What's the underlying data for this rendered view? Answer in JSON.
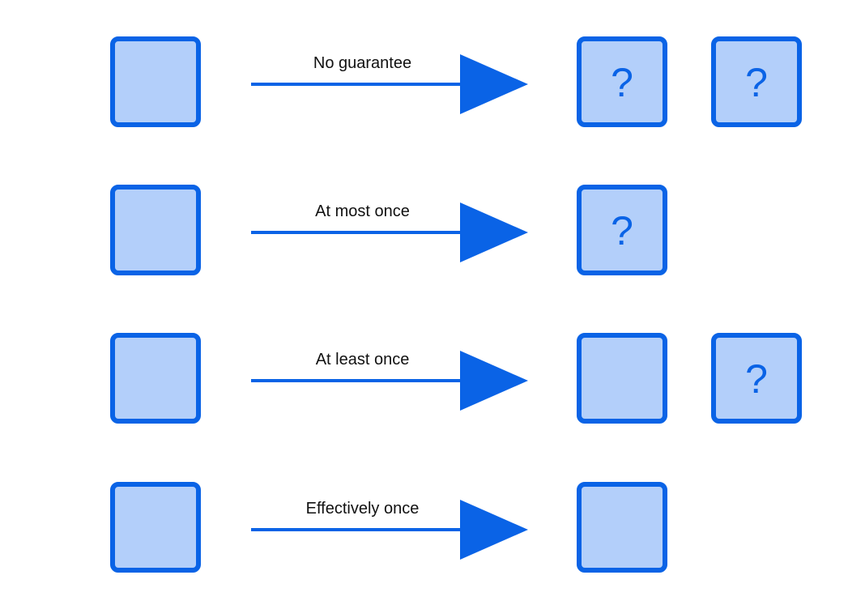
{
  "colors": {
    "box_fill": "#b3cffa",
    "box_border": "#0a63e6",
    "arrow": "#0a63e6",
    "label_text": "#111111"
  },
  "rows": [
    {
      "label": "No guarantee",
      "source_box": "",
      "destination_boxes": [
        {
          "text": "?"
        },
        {
          "text": "?"
        }
      ]
    },
    {
      "label": "At most once",
      "source_box": "",
      "destination_boxes": [
        {
          "text": "?"
        }
      ]
    },
    {
      "label": "At least once",
      "source_box": "",
      "destination_boxes": [
        {
          "text": ""
        },
        {
          "text": "?"
        }
      ]
    },
    {
      "label": "Effectively once",
      "source_box": "",
      "destination_boxes": [
        {
          "text": ""
        }
      ]
    }
  ]
}
